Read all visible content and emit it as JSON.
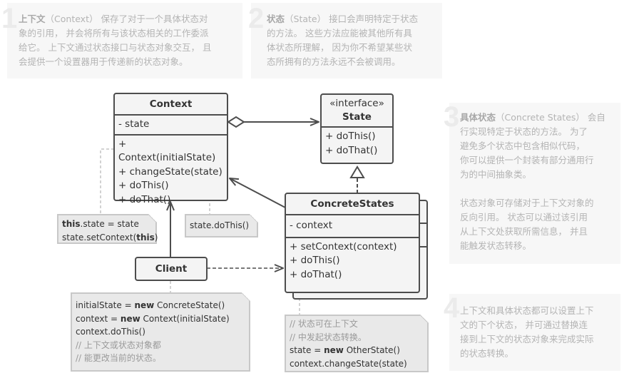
{
  "callouts": [
    {
      "num": "1",
      "bold": "上下文",
      "lines": [
        "（Context） 保存了对于一个具体状态对",
        "象的引用， 并会将所有与该状态相关的工作委派",
        "给它。 上下文通过状态接口与状态对象交互， 且",
        "会提供一个设置器用于传递新的状态对象。"
      ]
    },
    {
      "num": "2",
      "bold": "状态",
      "lines": [
        "（State） 接口会声明特定于状态",
        "的方法。 这些方法应能被其他所有具",
        "体状态所理解， 因为你不希望某些状",
        "态所拥有的方法永远不会被调用。"
      ]
    },
    {
      "num": "3",
      "bold": "具体状态",
      "lines": [
        "（Concrete States） 会自",
        "行实现特定于状态的方法。 为了",
        "避免多个状态中包含相似代码，",
        "你可以提供一个封装有部分通用行",
        "为的中间抽象类。",
        "",
        "状态对象可存储对于上下文对象的",
        "反向引用。 状态可以通过该引用",
        "从上下文处获取所需信息， 并且",
        "能触发状态转移。"
      ]
    },
    {
      "num": "4",
      "bold": "",
      "lines": [
        "上下文和具体状态都可以设置上下",
        "文的下个状态， 并可通过替换连",
        "接到上下文的状态对象来完成实际",
        "的状态转换。"
      ]
    }
  ],
  "context_class": {
    "name": "Context",
    "fields": [
      "- state"
    ],
    "methods": [
      "+ Context(initialState)",
      "+ changeState(state)",
      "+ doThis()",
      "+ doThat()"
    ]
  },
  "state_interface": {
    "stereotype": "«interface»",
    "name": "State",
    "methods": [
      "+ doThis()",
      "+ doThat()"
    ]
  },
  "concrete_states": {
    "name": "ConcreteStates",
    "fields": [
      "- context"
    ],
    "methods": [
      "+ setContext(context)",
      "+ doThis()",
      "+ doThat()"
    ]
  },
  "client": {
    "name": "Client"
  },
  "notes": {
    "constructor": {
      "l1_kw": "this",
      "l1_rest": ".state = state",
      "l2_pre": "state.setContext(",
      "l2_kw": "this",
      "l2_post": ")"
    },
    "do_this": {
      "text": "state.doThis()"
    },
    "client_code": {
      "l1_pre": "initialState = ",
      "l1_kw": "new",
      "l1_post": " ConcreteState()",
      "l2_pre": "context = ",
      "l2_kw": "new",
      "l2_post": " Context(initialState)",
      "l3": "context.doThis()",
      "c1": "// 上下文或状态对象都",
      "c2": "// 能更改当前的状态。"
    },
    "state_code": {
      "c1": "// 状态可在上下文",
      "c2": "// 中发起状态转换。",
      "l3_pre": "state = ",
      "l3_kw": "new",
      "l3_post": " OtherState()",
      "l4": "context.changeState(state)"
    }
  }
}
